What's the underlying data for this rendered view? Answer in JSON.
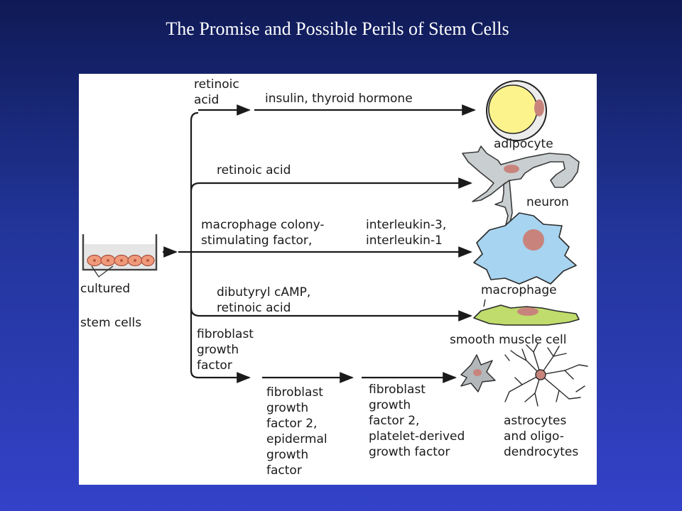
{
  "title": "The Promise and Possible Perils of Stem Cells",
  "colors": {
    "background_top": "#0f1a55",
    "background_bottom": "#3342c8",
    "panel": "#ffffff",
    "arrow": "#1a1a1a",
    "adipocyte_fill": "#fcf38d",
    "nucleus": "#c8847c",
    "neuron_fill": "#c9ced0",
    "macrophage_fill": "#a7d4f0",
    "smooth_muscle_fill": "#bfdc6c",
    "culture_cell": "#f09a7c"
  },
  "source": {
    "label_line1": "cultured",
    "label_line2": "stem cells"
  },
  "pathways": {
    "adipocyte": {
      "factor1": "retinoic\nacid",
      "factor2": "insulin, thyroid hormone",
      "cell": "adipocyte"
    },
    "neuron": {
      "factor": "retinoic acid",
      "cell": "neuron"
    },
    "macrophage": {
      "factor1": "macrophage colony-\nstimulating factor,",
      "factor2": "interleukin-3,\ninterleukin-1",
      "cell": "macrophage"
    },
    "smooth_muscle": {
      "factor": "dibutyryl cAMP,\nretinoic acid",
      "cell": "smooth muscle cell"
    },
    "glia": {
      "factor1": "fibroblast\ngrowth\nfactor",
      "factor2": "fibroblast\ngrowth\nfactor 2,\nepidermal\ngrowth\nfactor",
      "factor3": "fibroblast\ngrowth\nfactor 2,\nplatelet-derived\ngrowth factor",
      "cell": "astrocytes\nand oligo-\ndendrocytes"
    }
  }
}
